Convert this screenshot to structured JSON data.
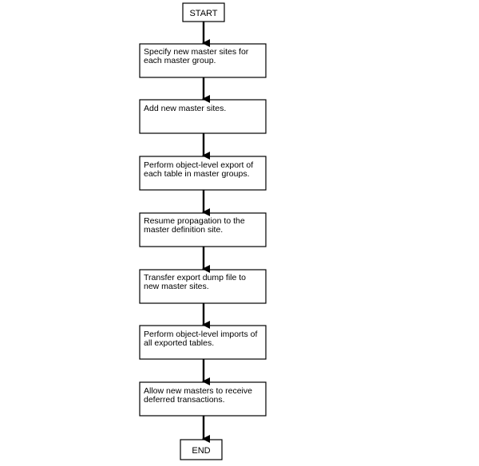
{
  "diagram": {
    "start_label": "START",
    "end_label": "END",
    "steps": [
      {
        "lines": [
          "Specify new master sites for",
          "each master group."
        ]
      },
      {
        "lines": [
          "Add new master sites."
        ]
      },
      {
        "lines": [
          "Perform object-level export of",
          "each table in master groups."
        ]
      },
      {
        "lines": [
          "Resume propagation to the",
          "master definition site."
        ]
      },
      {
        "lines": [
          "Transfer export dump file to",
          "new master sites."
        ]
      },
      {
        "lines": [
          "Perform object-level imports of",
          "all exported tables."
        ]
      },
      {
        "lines": [
          "Allow new masters to receive",
          "deferred transactions."
        ]
      }
    ],
    "colors": {
      "stroke": "#000000",
      "fill": "#ffffff",
      "text": "#000000"
    }
  }
}
